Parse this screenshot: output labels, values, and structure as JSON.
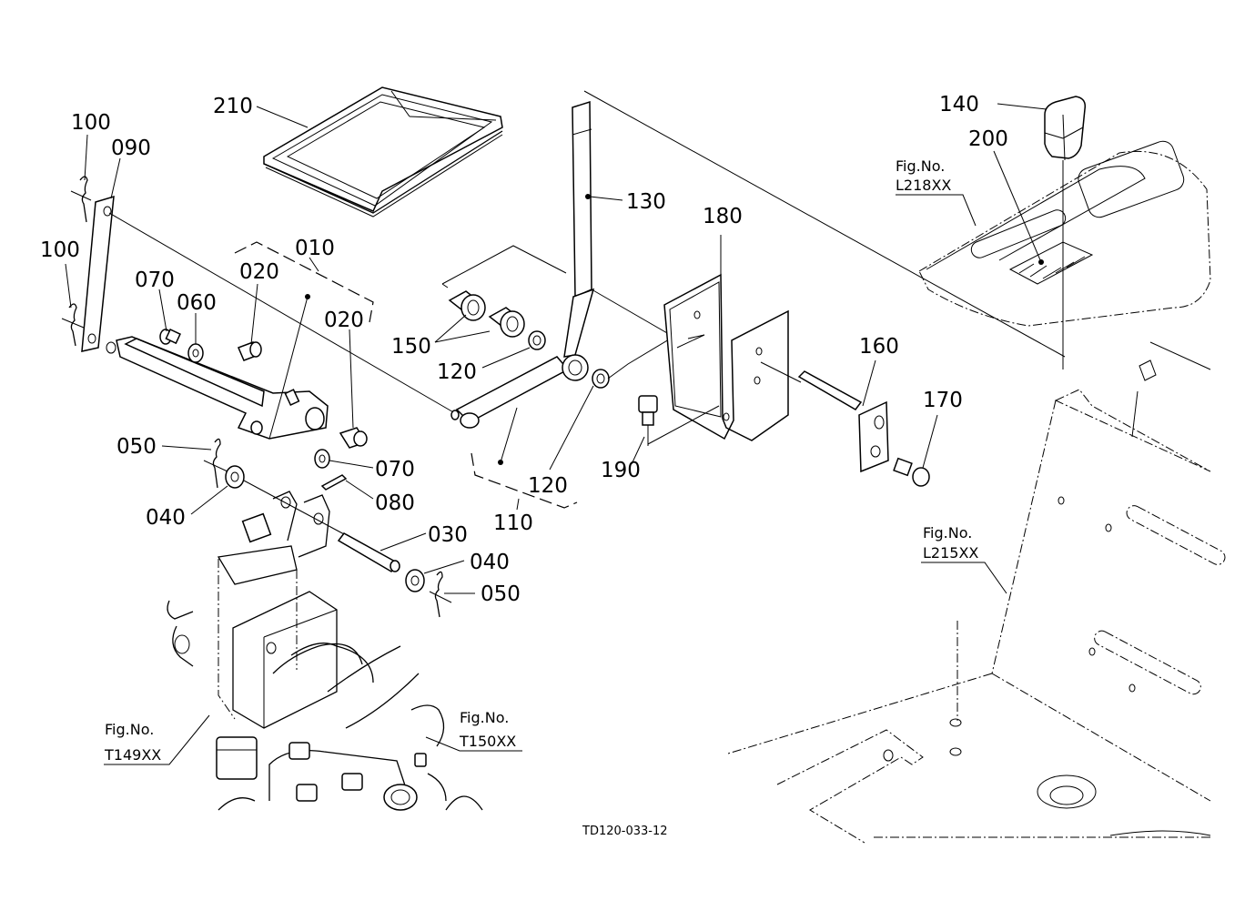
{
  "diagram": {
    "type": "exploded-parts-view",
    "drawing_code": "TD120-033-12",
    "part_labels": [
      {
        "id": "p010",
        "text": "010"
      },
      {
        "id": "p020a",
        "text": "020"
      },
      {
        "id": "p020b",
        "text": "020"
      },
      {
        "id": "p030",
        "text": "030"
      },
      {
        "id": "p040a",
        "text": "040"
      },
      {
        "id": "p040b",
        "text": "040"
      },
      {
        "id": "p050a",
        "text": "050"
      },
      {
        "id": "p050b",
        "text": "050"
      },
      {
        "id": "p060",
        "text": "060"
      },
      {
        "id": "p070a",
        "text": "070"
      },
      {
        "id": "p070b",
        "text": "070"
      },
      {
        "id": "p080",
        "text": "080"
      },
      {
        "id": "p090",
        "text": "090"
      },
      {
        "id": "p100a",
        "text": "100"
      },
      {
        "id": "p100b",
        "text": "100"
      },
      {
        "id": "p110",
        "text": "110"
      },
      {
        "id": "p120a",
        "text": "120"
      },
      {
        "id": "p120b",
        "text": "120"
      },
      {
        "id": "p130",
        "text": "130"
      },
      {
        "id": "p140",
        "text": "140"
      },
      {
        "id": "p150",
        "text": "150"
      },
      {
        "id": "p160",
        "text": "160"
      },
      {
        "id": "p170",
        "text": "170"
      },
      {
        "id": "p180",
        "text": "180"
      },
      {
        "id": "p190",
        "text": "190"
      },
      {
        "id": "p200",
        "text": "200"
      },
      {
        "id": "p210",
        "text": "210"
      }
    ],
    "figure_refs": [
      {
        "id": "L218",
        "prefix": "Fig.No.",
        "code": "L218XX"
      },
      {
        "id": "L215",
        "prefix": "Fig.No.",
        "code": "L215XX"
      },
      {
        "id": "T149",
        "prefix": "Fig.No.",
        "code": "T149XX"
      },
      {
        "id": "T150",
        "prefix": "Fig.No.",
        "code": "T150XX"
      }
    ]
  }
}
